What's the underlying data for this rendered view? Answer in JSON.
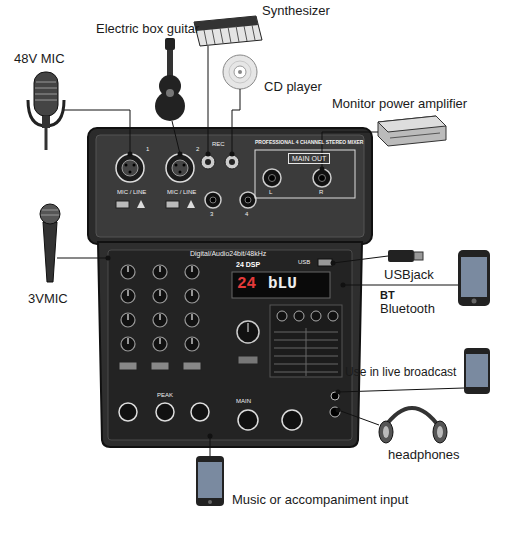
{
  "diagram": {
    "nodes": [
      {
        "text": [
          "1",
          "2",
          "REC",
          "3",
          "4",
          "PROFESSIONAL 4 CHANNEL STEREO MIXER",
          "MAIN OUT",
          "L",
          "R",
          "MIC / LINE",
          "MIC / LINE",
          "Digital/Audio24bit/48kHz",
          "24 DSP",
          "24",
          "bLU",
          "USB",
          "PEAK",
          "MAIN"
        ]
      }
    ],
    "labels": [
      "Electric box guitar",
      "Synthesizer",
      "48V MIC",
      "CD player",
      "Monitor power amplifier",
      "3VMIC",
      "USBjack",
      "BT",
      "Bluetooth",
      "Use in live broadcast",
      "headphones",
      "Music or accompaniment input"
    ]
  }
}
